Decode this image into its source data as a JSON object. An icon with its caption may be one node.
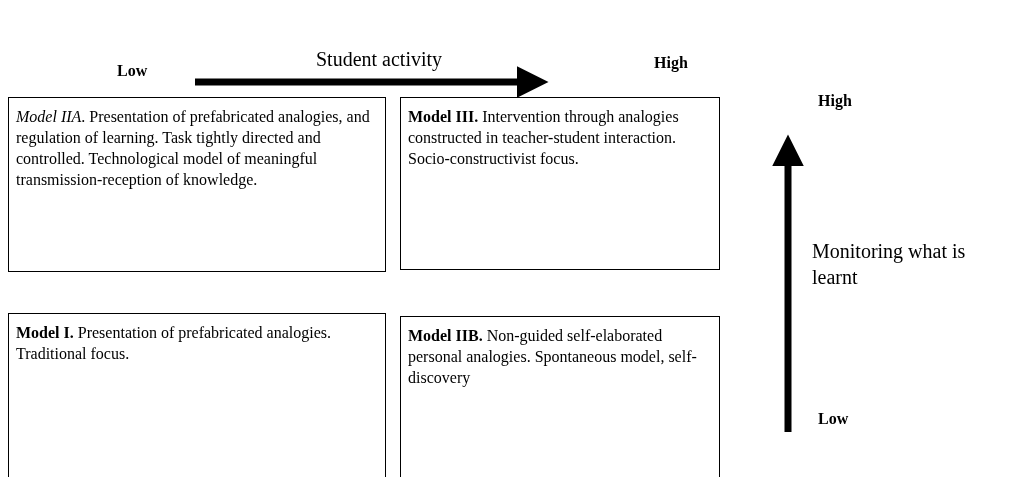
{
  "diagram": {
    "nodes": [
      {
        "text": [
          "*Model IIA*.  Presentation of prefabricated analogies, and regulation of learning. Task tightly directed and controlled. Technological model of meaningful transmission-reception of knowledge."
        ]
      },
      {
        "text": [
          "**Model III.** Intervention through analogies constructed in teacher-student interaction. Socio-constructivist focus."
        ]
      },
      {
        "text": [
          "**Model I.** Presentation of prefabricated analogies. Traditional focus."
        ]
      },
      {
        "text": [
          "**Model IIB.** Non-guided self-elaborated personal analogies. Spontaneous model, self-discovery"
        ]
      }
    ],
    "edges": [],
    "labels": [
      "Low",
      "Student activity",
      "High",
      "High",
      "Monitoring what is learnt",
      "Low"
    ]
  }
}
